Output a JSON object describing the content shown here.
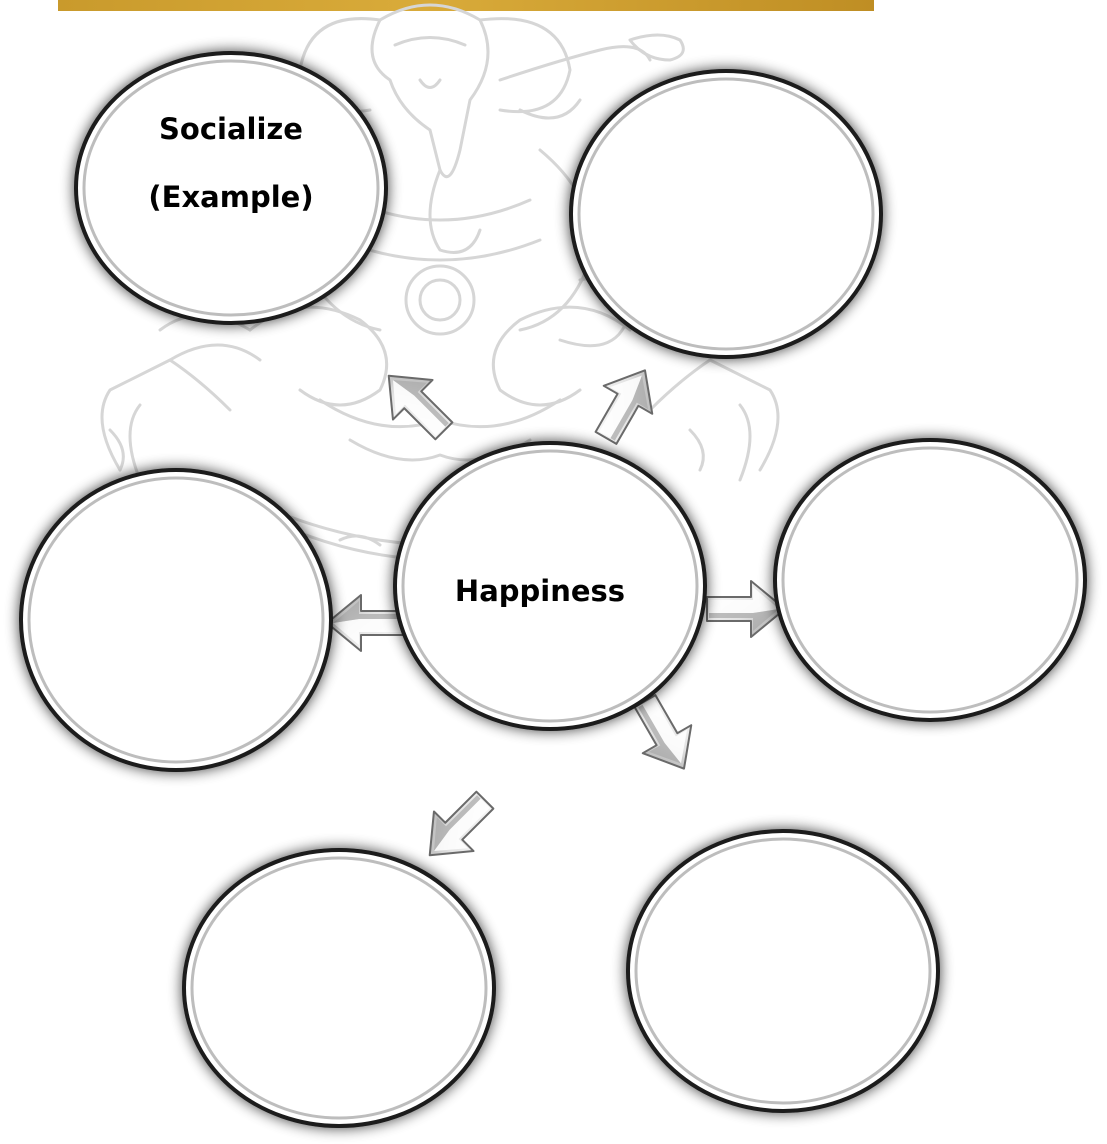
{
  "center_node": {
    "label": "Happiness"
  },
  "outer_nodes": [
    {
      "id": "top-left",
      "lines": [
        "Socialize",
        "(Example)"
      ]
    },
    {
      "id": "top-right",
      "lines": []
    },
    {
      "id": "middle-left",
      "lines": []
    },
    {
      "id": "middle-right",
      "lines": []
    },
    {
      "id": "bottom-left",
      "lines": []
    },
    {
      "id": "bottom-right",
      "lines": []
    }
  ],
  "colors": {
    "banner": "#d4a535",
    "watermark": "#d8d8d8",
    "circle_fill": "#ffffff",
    "circle_border": "#1a1a1a",
    "arrow_light": "#f4f4f4",
    "arrow_dark": "#8a8a8a"
  },
  "decorations": {
    "watermark": "ganesha-seal-icon",
    "connectors": "3d-arrow-icon"
  }
}
